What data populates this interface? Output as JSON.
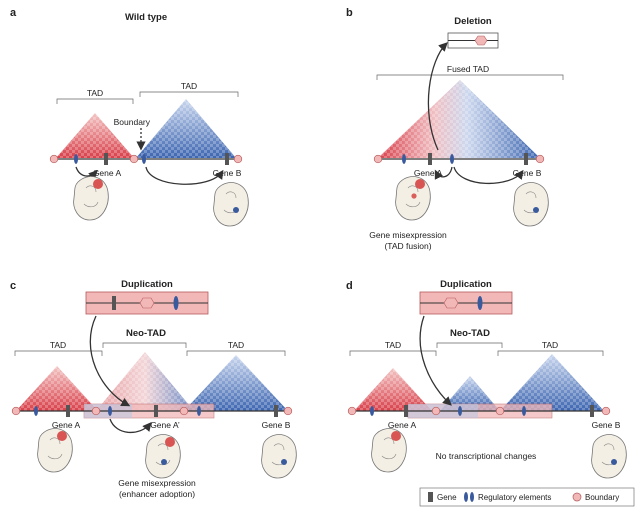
{
  "colors": {
    "red": "#d9404a",
    "red_light": "#f3c5c4",
    "blue": "#3d66b1",
    "blue_light": "#c9d6ee",
    "boundary": "#f2b8b8",
    "gene": "#555555",
    "regulatory": "#3a5a9e",
    "dup_box": "#f2b8b8"
  },
  "panels": {
    "a": {
      "letter": "a",
      "title": "Wild type",
      "tad_left": "TAD",
      "tad_right": "TAD",
      "boundary": "Boundary",
      "gene_a": "Gene A",
      "gene_b": "Gene B"
    },
    "b": {
      "letter": "b",
      "title": "Deletion",
      "fused": "Fused TAD",
      "gene_a": "Gene A",
      "gene_b": "Gene B",
      "caption_line1": "Gene misexpression",
      "caption_line2": "(TAD fusion)"
    },
    "c": {
      "letter": "c",
      "title": "Duplication",
      "neo_tad": "Neo-TAD",
      "tad_left": "TAD",
      "tad_right": "TAD",
      "gene_a": "Gene A",
      "gene_a_prime": "Gene A’",
      "gene_b": "Gene B",
      "caption_line1": "Gene misexpression",
      "caption_line2": "(enhancer adoption)"
    },
    "d": {
      "letter": "d",
      "title": "Duplication",
      "neo_tad": "Neo-TAD",
      "tad_left": "TAD",
      "tad_right": "TAD",
      "gene_a": "Gene A",
      "gene_b": "Gene B",
      "caption": "No transcriptional changes"
    }
  },
  "legend": {
    "gene": "Gene",
    "regulatory": "Regulatory elements",
    "boundary": "Boundary"
  }
}
